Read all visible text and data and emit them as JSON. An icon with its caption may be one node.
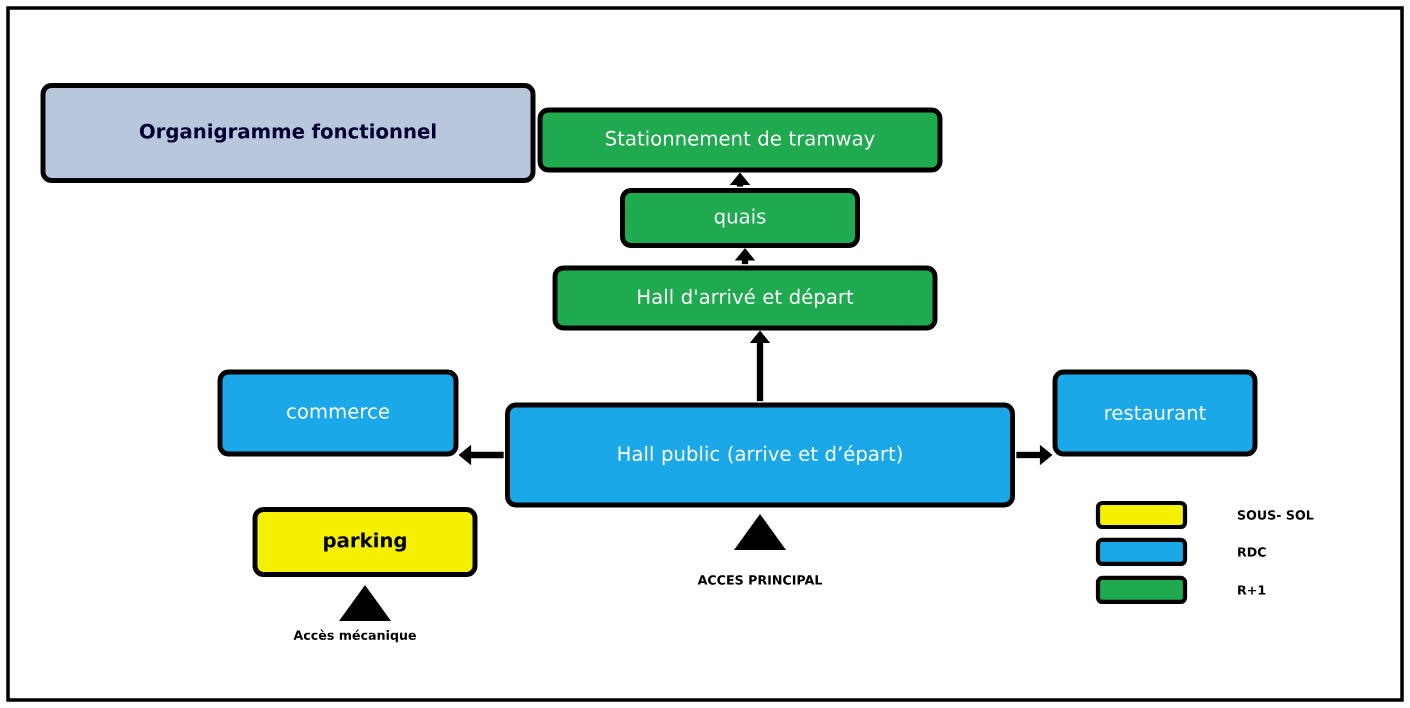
{
  "diagram": {
    "nodes": [
      {
        "text": [
          "Organigramme fonctionnel"
        ]
      },
      {
        "text": [
          "Stationnement de tramway"
        ]
      },
      {
        "text": [
          "quais"
        ]
      },
      {
        "text": [
          "Hall d'arrivé et départ"
        ]
      },
      {
        "text": [
          "commerce"
        ]
      },
      {
        "text": [
          "Hall public (arrive et d’épart)"
        ]
      },
      {
        "text": [
          "restaurant"
        ]
      },
      {
        "text": [
          "parking"
        ]
      }
    ],
    "edges": [
      {
        "from": 2,
        "to": 1,
        "arrow": "to"
      },
      {
        "from": 3,
        "to": 2,
        "arrow": "to"
      },
      {
        "from": 5,
        "to": 3,
        "arrow": "to"
      },
      {
        "from": 5,
        "to": 4,
        "arrow": "to"
      },
      {
        "from": 5,
        "to": 6,
        "arrow": "to"
      }
    ],
    "labels": [
      "ACCES PRINCIPAL",
      "Accès mécanique"
    ],
    "legend": [
      {
        "text": "SOUS- SOL",
        "color": "#f5ef00"
      },
      {
        "text": "RDC",
        "color": "#1ba8e8"
      },
      {
        "text": "R+1",
        "color": "#1faa50"
      }
    ]
  }
}
